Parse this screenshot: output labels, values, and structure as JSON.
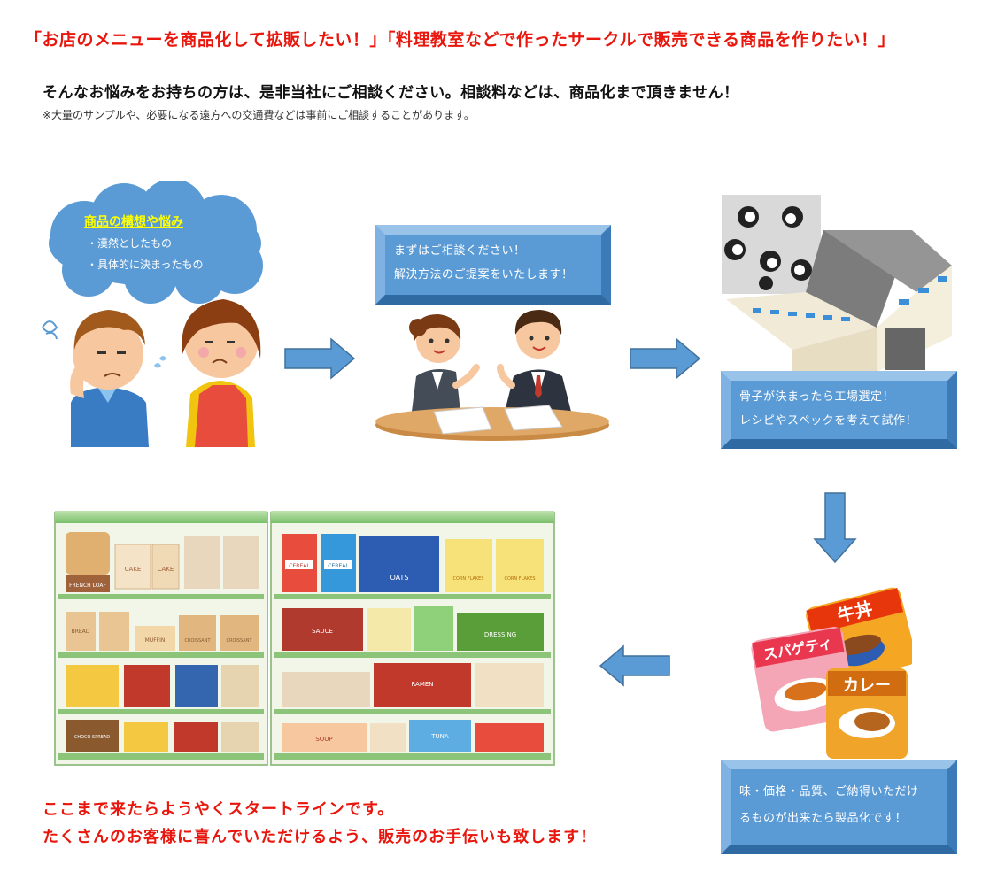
{
  "headline": "「お店のメニューを商品化して拡販したい！」「料理教室などで作ったサークルで販売できる商品を作りたい！」",
  "lead": "そんなお悩みをお持ちの方は、是非当社にご相談ください。相談料などは、商品化まで頂きません！",
  "note": "※大量のサンプルや、必要になる遠方への交通費などは事前にご相談することがあります。",
  "cloud": {
    "title": "商品の構想や悩み",
    "items": [
      "・漠然としたもの",
      "・具体的に決まったもの"
    ]
  },
  "steps": {
    "consult": [
      "まずはご相談ください！",
      "解決方法のご提案をいたします！"
    ],
    "factory": [
      "骨子が決まったら工場選定！",
      "レシピやスペックを考えて試作！"
    ],
    "product": [
      "味・価格・品質、ご納得いただけ",
      "るものが出来たら製品化です！"
    ]
  },
  "labels": {
    "gyudon": "牛丼",
    "spaghetti": "スパゲティ",
    "curry": "カレー",
    "cereal": "CEREAL",
    "oats": "OATS",
    "corn_flakes": "CORN FLAKES",
    "sauce": "SAUCE",
    "dressing": "DRESSING",
    "ramen": "RAMEN",
    "soup": "SOUP",
    "tuna": "TUNA",
    "cake": "CAKE",
    "french_loaf": "FRENCH LOAF",
    "bread": "BREAD",
    "muffin": "MUFFIN",
    "croissant": "CROISSANT",
    "choco_spread": "CHOCO SPREAD"
  },
  "closing": [
    "ここまで来たらようやくスタートラインです。",
    "たくさんのお客様に喜んでいただけるよう、販売のお手伝いも致します！"
  ],
  "colors": {
    "accent_red": "#e8160c",
    "box_blue": "#5b9bd5",
    "arrow_blue": "#5b9bd5",
    "cloud_blue": "#5b9bd5",
    "highlight_yellow": "#ffff00"
  }
}
